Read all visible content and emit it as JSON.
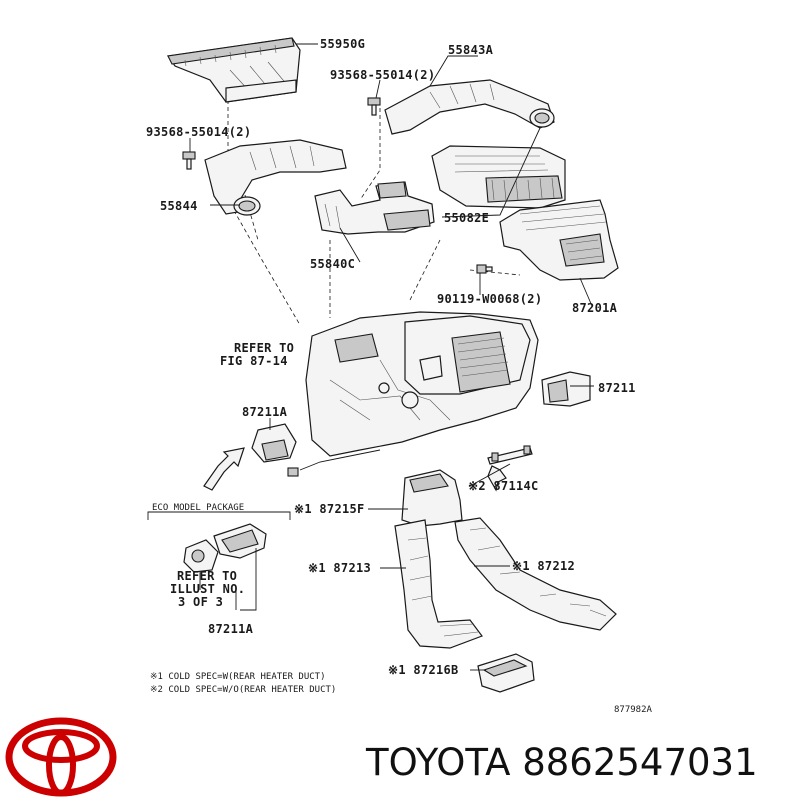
{
  "diagram": {
    "callouts": {
      "c_55950G": "55950G",
      "c_55843A": "55843A",
      "c_93568_top": "93568-55014(2)",
      "c_93568_left": "93568-55014(2)",
      "c_55844": "55844",
      "c_55082E": "55082E",
      "c_55840C": "55840C",
      "c_90119": "90119-W0068(2)",
      "c_87201A": "87201A",
      "c_refer_line1": "REFER TO",
      "c_refer_line2": "FIG 87-14",
      "c_87211": "87211",
      "c_87211A_top": "87211A",
      "c_87114C": "※2 87114C",
      "c_87215F": "※1 87215F",
      "c_87213": "※1 87213",
      "c_87212": "※1 87212",
      "c_87216B": "※1 87216B",
      "c_87211A_bottom": "87211A"
    },
    "eco_box": {
      "title": "ECO MODEL PACKAGE",
      "refer_line1": "REFER TO",
      "refer_line2": "ILLUST NO.",
      "refer_line3": "3 OF 3"
    },
    "notes": {
      "note1": "※1 COLD SPEC=W(REAR HEATER DUCT)",
      "note2": "※2 COLD SPEC=W/O(REAR HEATER DUCT)"
    },
    "illustration_code": "877982A"
  },
  "footer": {
    "brand_logo": "toyota-logo",
    "brand_text": "TOYOTA 8862547031",
    "logo_color": "#cc0000"
  }
}
